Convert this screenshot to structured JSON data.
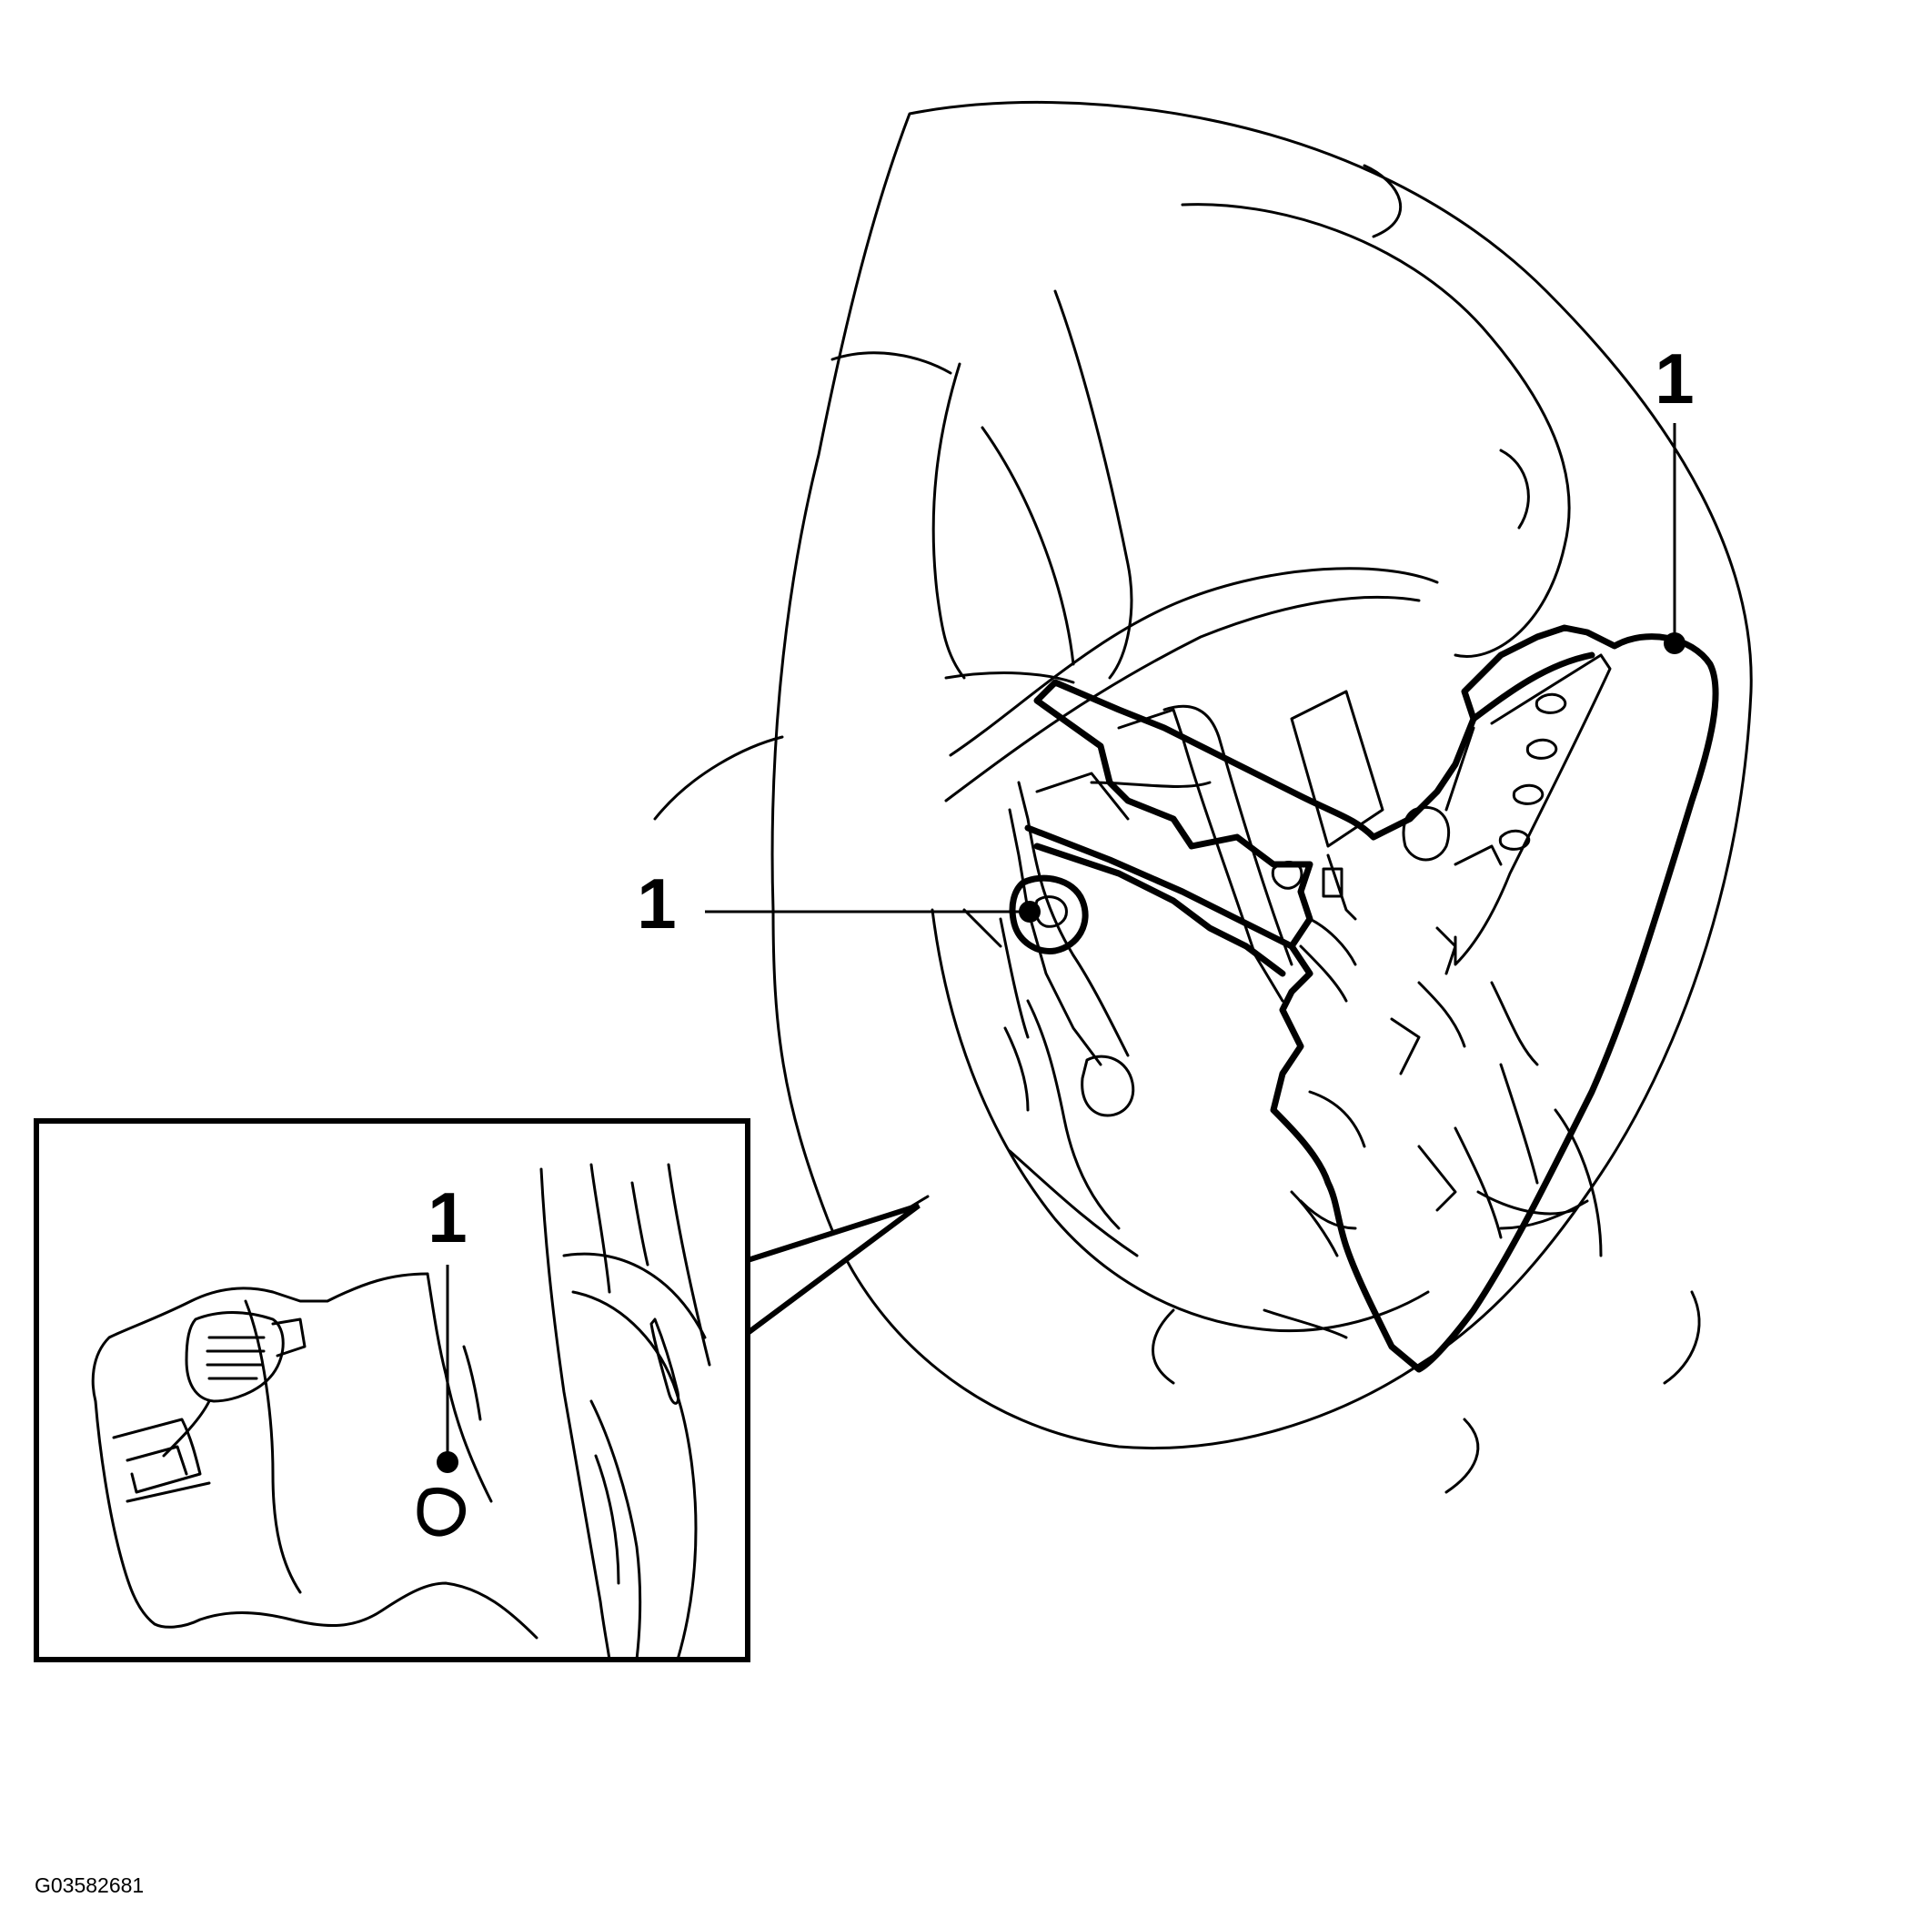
{
  "callouts": [
    {
      "label": "1"
    },
    {
      "label": "1"
    },
    {
      "label": "1"
    }
  ],
  "figure_code": "G03582681"
}
